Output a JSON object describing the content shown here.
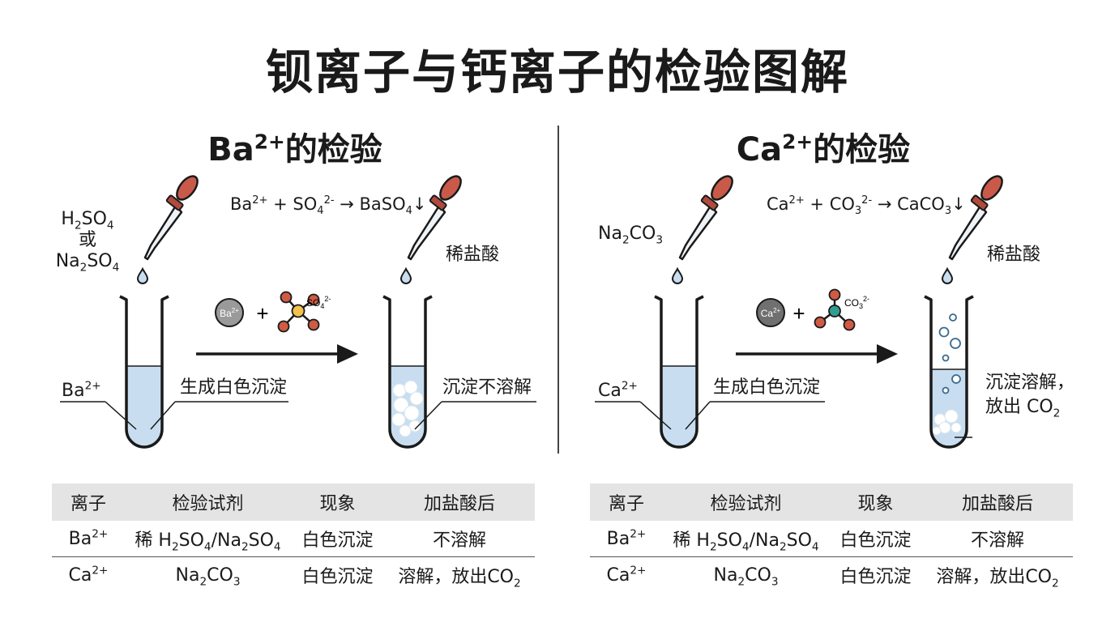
{
  "title": "钡离子与钙离子的检验图解",
  "left": {
    "heading": {
      "ion": "Ba",
      "charge": "2+",
      "suffix": "的检验"
    },
    "reagent": {
      "l1": [
        "H",
        "2",
        "SO",
        "4"
      ],
      "l2": "或",
      "l3": [
        "Na",
        "2",
        "SO",
        "4"
      ]
    },
    "equation": {
      "a": "Ba",
      "a_c": "2+",
      "plus": " + ",
      "b": "SO",
      "b_sub": "4",
      "b_c": "2-",
      "arrow": " → ",
      "p": "BaSO",
      "p_sub": "4",
      "down": "↓"
    },
    "ion_ball": {
      "text": "Ba",
      "charge": "2+"
    },
    "plus": "+",
    "molecule": {
      "text": "SO",
      "sub": "4",
      "charge": "2-"
    },
    "tube_ion": {
      "text": "Ba",
      "charge": "2+"
    },
    "precipitate_label": "生成白色沉淀",
    "acid_label": "稀盐酸",
    "result_label": "沉淀不溶解"
  },
  "right": {
    "heading": {
      "ion": "Ca",
      "charge": "2+",
      "suffix": "的检验"
    },
    "reagent": [
      "Na",
      "2",
      "CO",
      "3"
    ],
    "equation": {
      "a": "Ca",
      "a_c": "2+",
      "plus": " + ",
      "b": "CO",
      "b_sub": "3",
      "b_c": "2-",
      "arrow": " → ",
      "p": "CaCO",
      "p_sub": "3",
      "down": "↓"
    },
    "ion_ball": {
      "text": "Ca",
      "charge": "2+"
    },
    "plus": "+",
    "molecule": {
      "text": "CO",
      "sub": "3",
      "charge": "2-"
    },
    "tube_ion": {
      "text": "Ca",
      "charge": "2+"
    },
    "precipitate_label": "生成白色沉淀",
    "acid_label": "稀盐酸",
    "result_label_1": "沉淀溶解，",
    "result_label_2": [
      "放出 CO",
      "2"
    ]
  },
  "table": {
    "headers": [
      "离子",
      "检验试剂",
      "现象",
      "加盐酸后"
    ],
    "rows": [
      {
        "ion": [
          "Ba",
          "2+"
        ],
        "reagent": [
          "稀 H",
          "2",
          "SO",
          "4",
          "/Na",
          "2",
          "SO",
          "4"
        ],
        "phenomenon": "白色沉淀",
        "after": [
          "不溶解"
        ]
      },
      {
        "ion": [
          "Ca",
          "2+"
        ],
        "reagent": [
          "Na",
          "2",
          "CO",
          "3"
        ],
        "phenomenon": "白色沉淀",
        "after": [
          "溶解，放出CO",
          "2"
        ]
      }
    ]
  },
  "colors": {
    "dropper_bulb": "#c95a4a",
    "liquid": "#c8def0",
    "oxygen": "#cf5b44",
    "sulfur": "#f2c14e",
    "carbon": "#2f9e8f",
    "ion_gray": "#9a9a9a",
    "table_header": "#e4e4e4"
  }
}
